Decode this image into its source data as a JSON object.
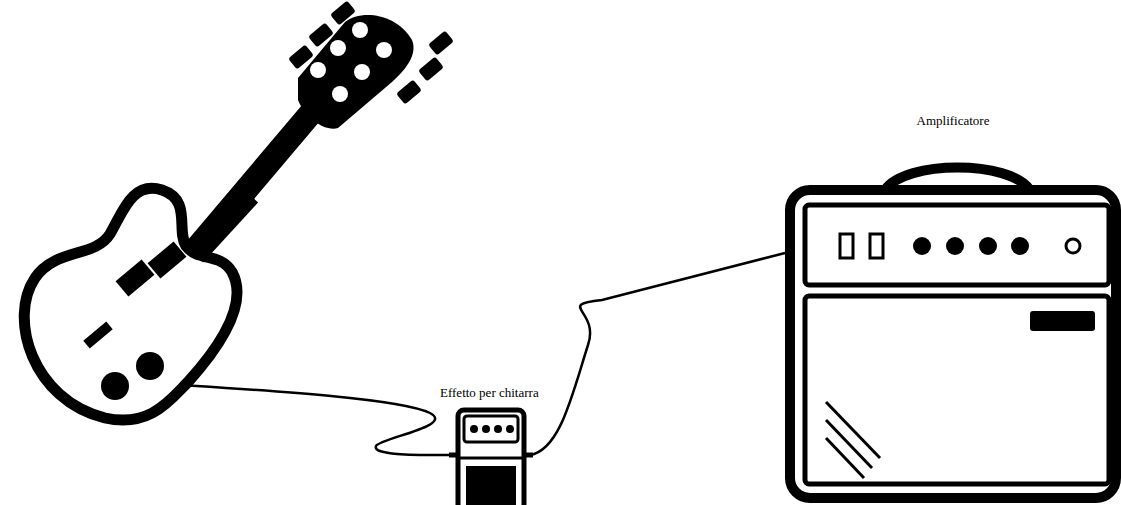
{
  "diagram": {
    "nodes": [
      {
        "text": [
          "Effetto per chitarra"
        ]
      },
      {
        "text": [
          "Amplificatore"
        ]
      }
    ],
    "edges": [
      {
        "from": 0,
        "to": 1,
        "arrow": "none"
      }
    ]
  }
}
